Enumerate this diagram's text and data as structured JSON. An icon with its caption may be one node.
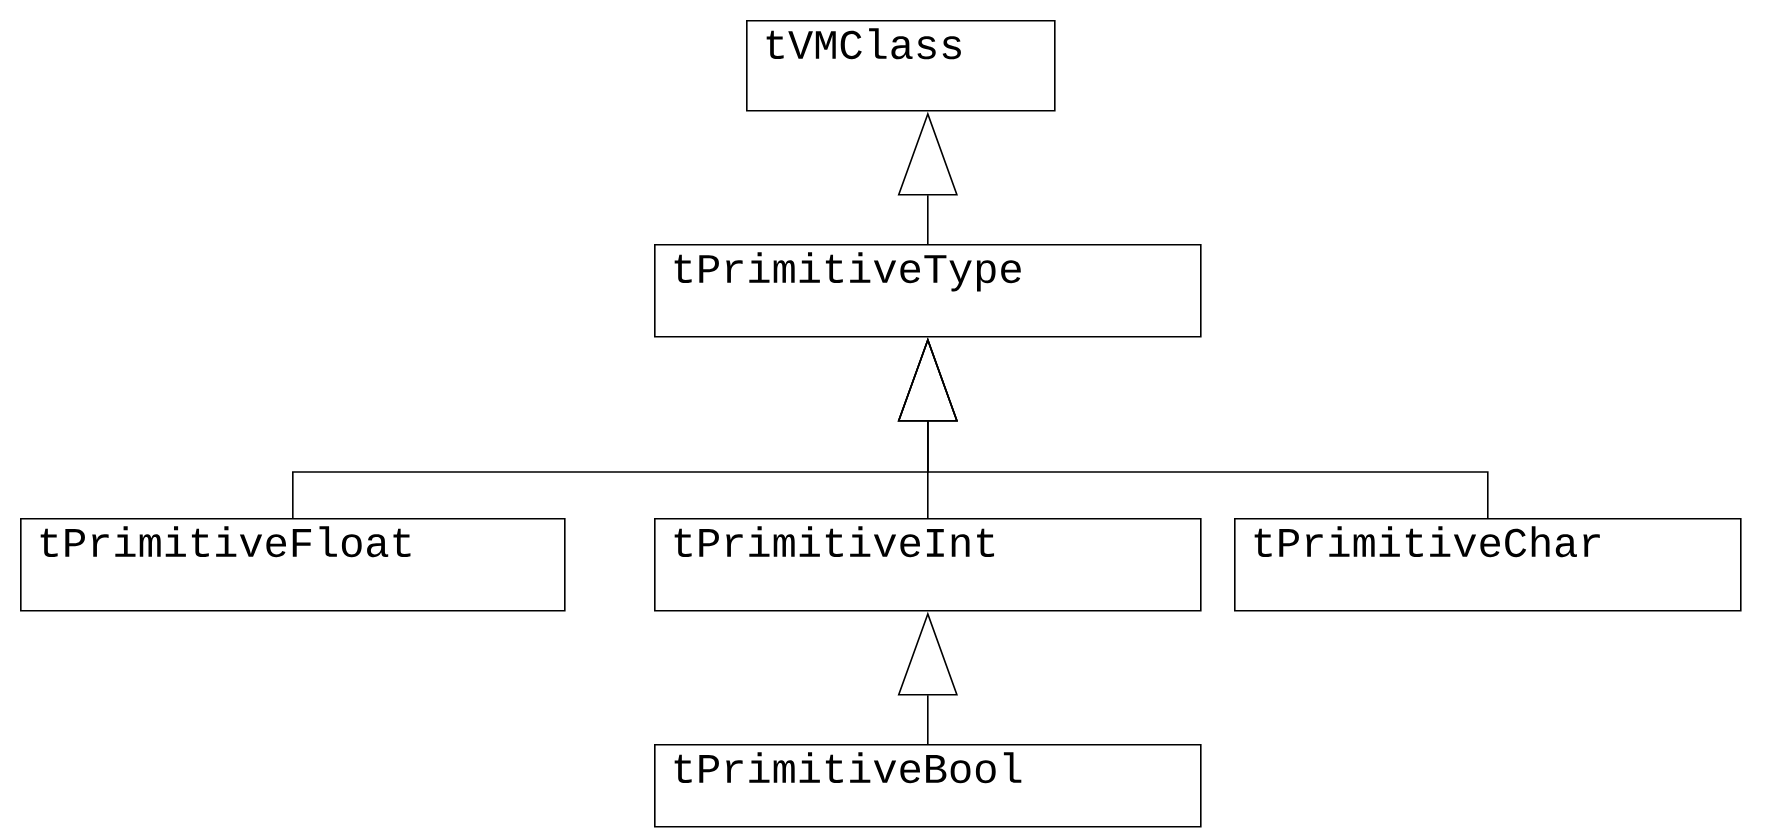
{
  "diagram": {
    "nodes": [
      {
        "text": [
          "tVMClass"
        ]
      },
      {
        "text": [
          "tPrimitiveType"
        ]
      },
      {
        "text": [
          "tPrimitiveFloat"
        ]
      },
      {
        "text": [
          "tPrimitiveInt"
        ]
      },
      {
        "text": [
          "tPrimitiveChar"
        ]
      },
      {
        "text": [
          "tPrimitiveBool"
        ]
      }
    ],
    "edges": [
      {
        "from": 1,
        "to": 0,
        "arrow": "to"
      },
      {
        "from": 2,
        "to": 1,
        "arrow": "to"
      },
      {
        "from": 3,
        "to": 1,
        "arrow": "to"
      },
      {
        "from": 4,
        "to": 1,
        "arrow": "to"
      },
      {
        "from": 5,
        "to": 3,
        "arrow": "to"
      }
    ]
  }
}
